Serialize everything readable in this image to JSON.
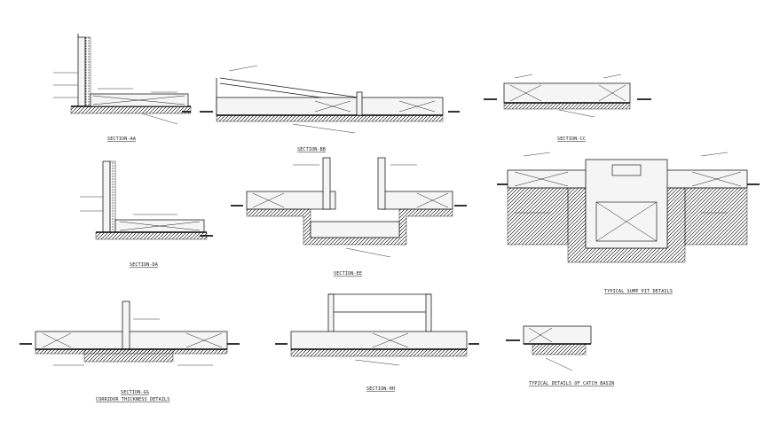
{
  "sheet": {
    "background": "#ffffff",
    "ink": "#111111"
  },
  "sections": [
    {
      "id": "a",
      "title": "SECTION-AA"
    },
    {
      "id": "b",
      "title": "SECTION-BB"
    },
    {
      "id": "c",
      "title": "SECTION-CC"
    },
    {
      "id": "d",
      "title": "SECTION-DA"
    },
    {
      "id": "e",
      "title": "SECTION-EE"
    },
    {
      "id": "f",
      "title": "TYPICAL SUMP PIT DETAILS"
    },
    {
      "id": "g",
      "title": "SECTION-GG",
      "subtitle": "CORRIDOR THICKNESS DETAILS"
    },
    {
      "id": "h",
      "title": "SECTION-HH"
    },
    {
      "id": "i",
      "title": "TYPICAL DETAILS OF CATCH BASIN"
    }
  ]
}
